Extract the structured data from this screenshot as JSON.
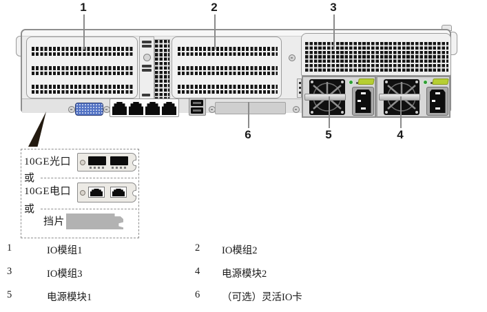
{
  "diagram": {
    "top_callouts": [
      "1",
      "2",
      "3"
    ],
    "bottom_callouts": [
      "6",
      "5",
      "4"
    ]
  },
  "callout_box": {
    "option1_label": "10GE光口",
    "or1": "或",
    "option2_label": "10GE电口",
    "or2": "或",
    "option3_label": "挡片"
  },
  "legend": {
    "rows": [
      {
        "num_left": "1",
        "label_left": "IO模组1",
        "num_right": "2",
        "label_right": "IO模组2"
      },
      {
        "num_left": "3",
        "label_left": "IO模组3",
        "num_right": "4",
        "label_right": "电源模块2"
      },
      {
        "num_left": "5",
        "label_left": "电源模块1",
        "num_right": "6",
        "label_right": "（可选）灵活IO卡"
      }
    ]
  },
  "colors": {
    "psu_led_green": "#2e9e33",
    "psu_latch_yellow": "#b6ce33",
    "vga_blue": "#5272c4",
    "chassis_gray": "#ececec"
  }
}
